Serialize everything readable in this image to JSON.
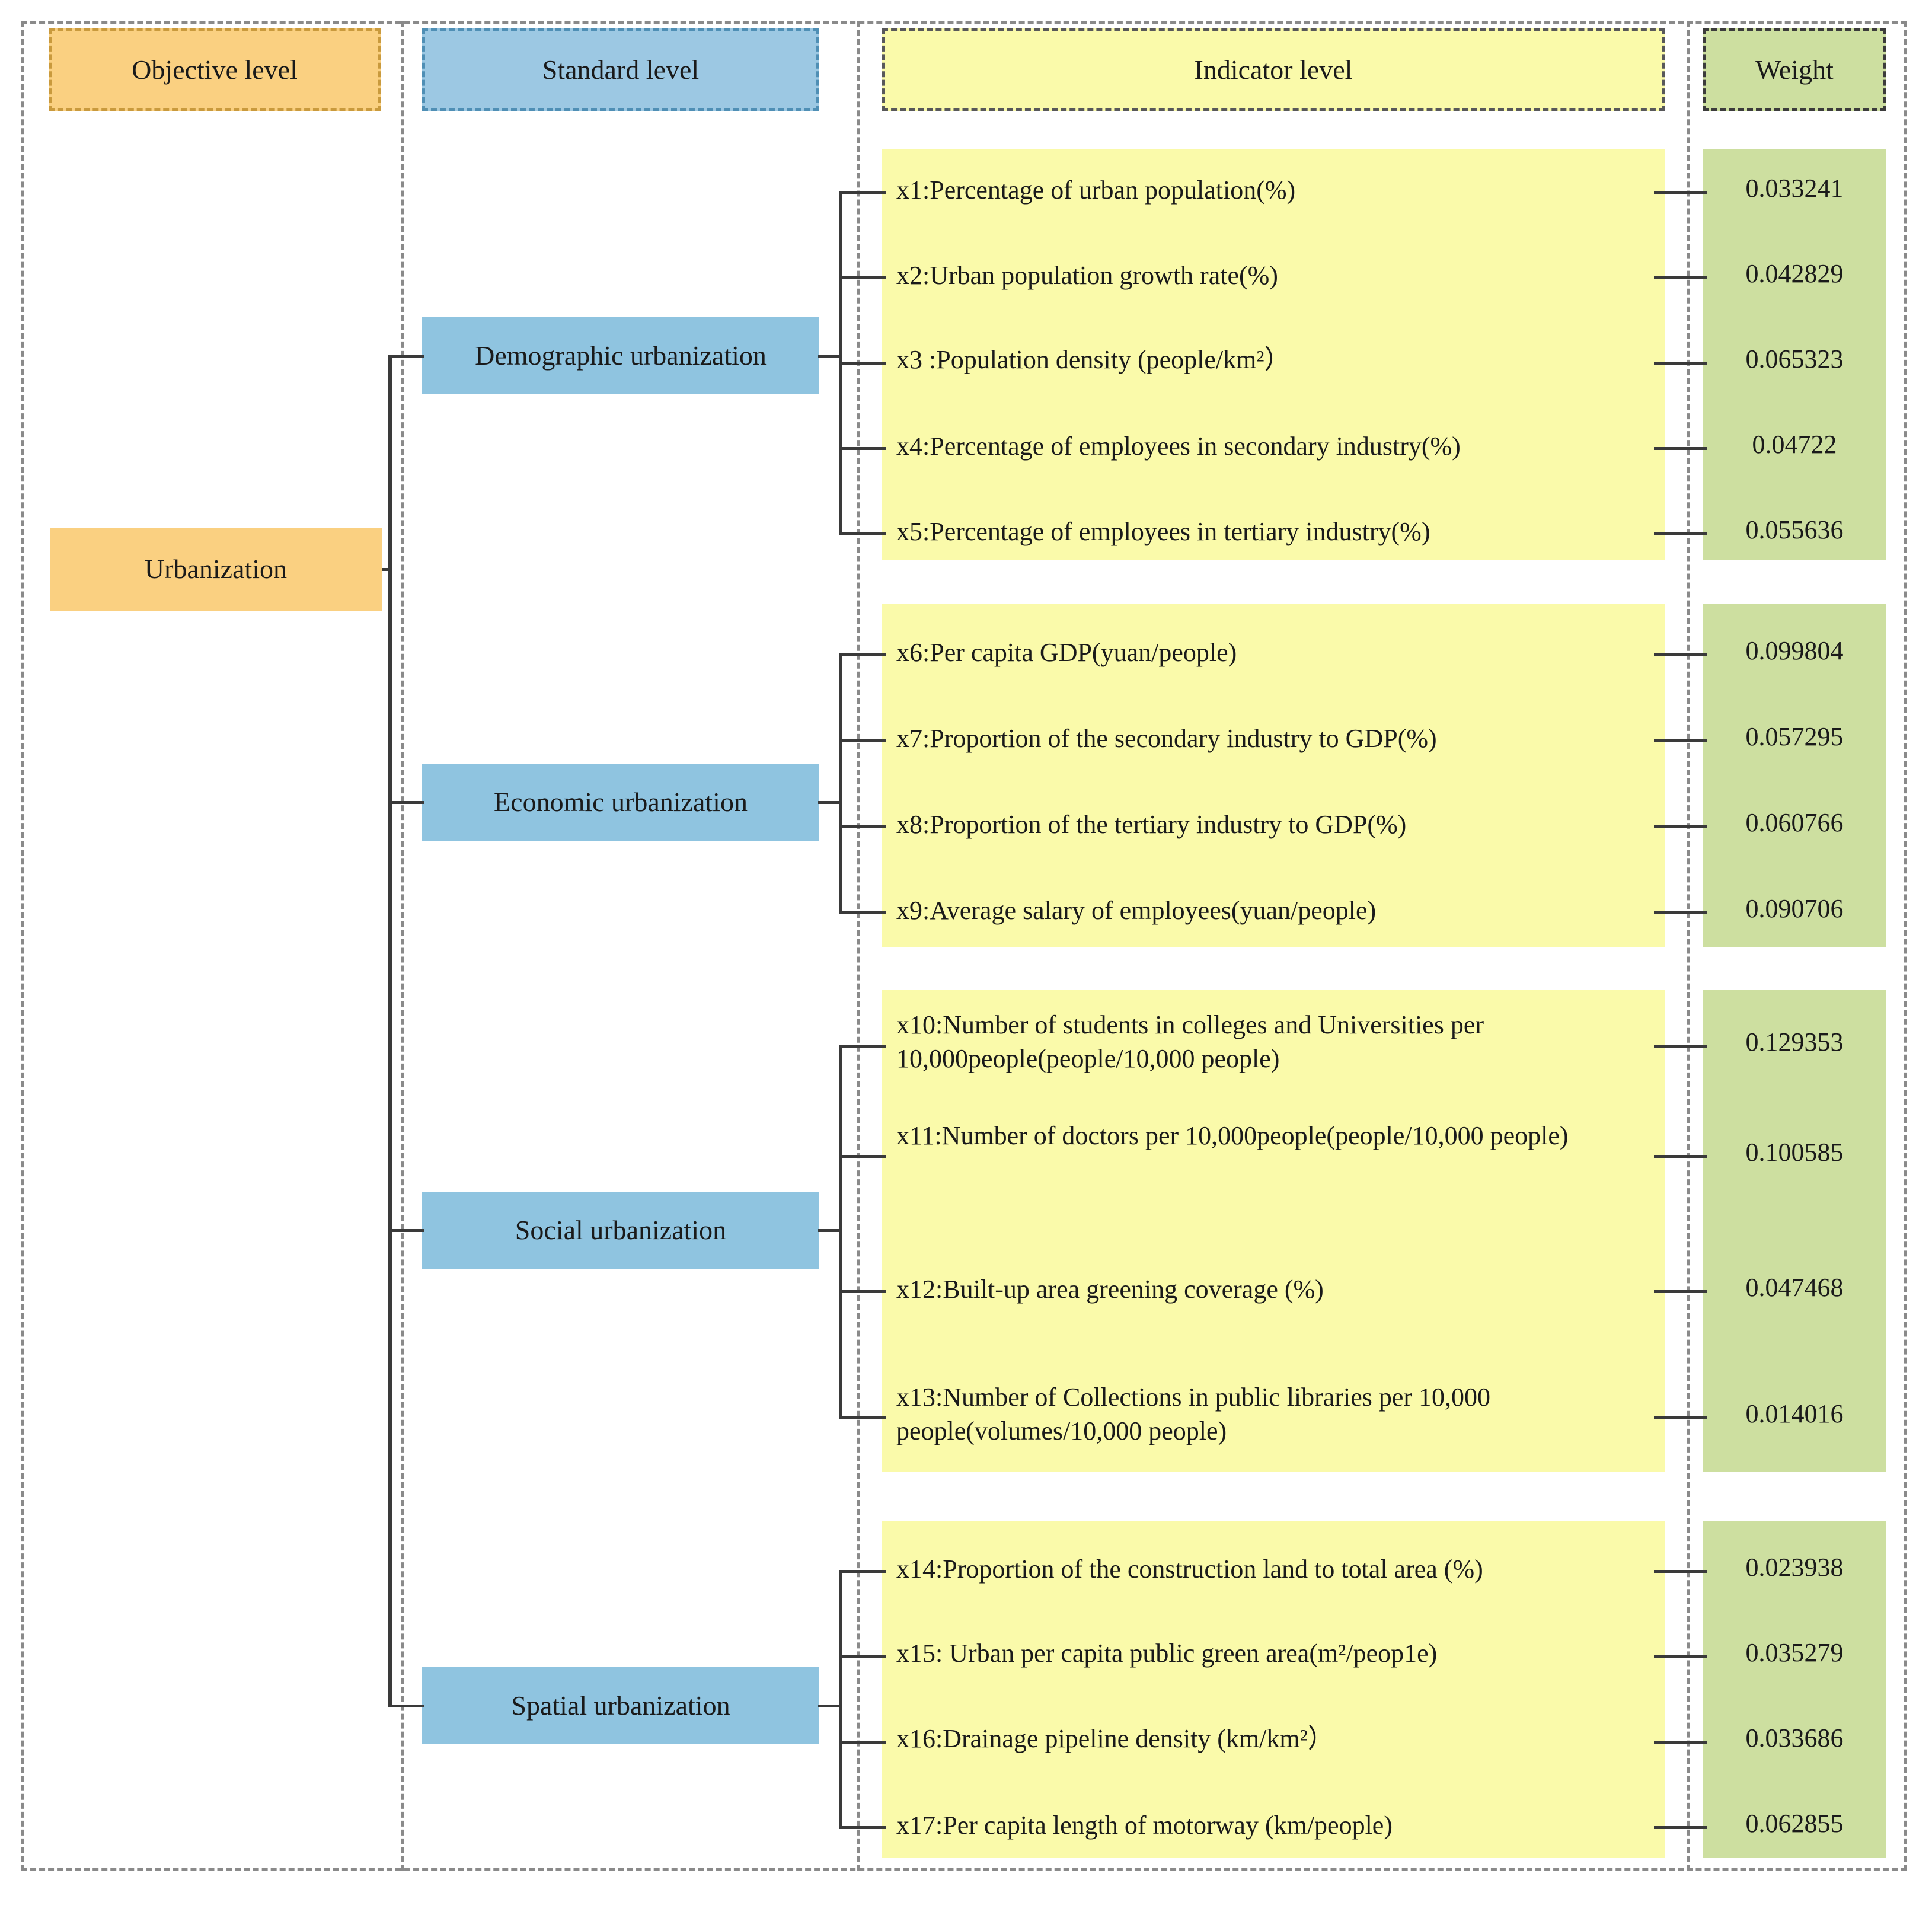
{
  "headers": {
    "objective": "Objective level",
    "standard": "Standard level",
    "indicator": "Indicator level",
    "weight": "Weight"
  },
  "objective": {
    "label": "Urbanization"
  },
  "colors": {
    "objective_fill": "#FAD081",
    "standard_fill": "#8FC4E0",
    "indicator_fill": "#FAFAAA",
    "weight_fill": "#CDDFA0",
    "connector": "#3a3a3a",
    "frame_dash": "#8a8a8a"
  },
  "groups": [
    {
      "name": "Demographic urbanization",
      "indicators": [
        {
          "id": "x1",
          "label": "x1:Percentage of urban population(%)",
          "weight": "0.033241"
        },
        {
          "id": "x2",
          "label": "x2:Urban population growth rate(%)",
          "weight": "0.042829"
        },
        {
          "id": "x3",
          "label": "x3 :Population density (people/km²）",
          "weight": "0.065323"
        },
        {
          "id": "x4",
          "label": "x4:Percentage of employees in secondary industry(%)",
          "weight": "0.04722"
        },
        {
          "id": "x5",
          "label": "x5:Percentage of employees in tertiary industry(%)",
          "weight": "0.055636"
        }
      ]
    },
    {
      "name": "Economic urbanization",
      "indicators": [
        {
          "id": "x6",
          "label": "x6:Per capita GDP(yuan/people)",
          "weight": "0.099804"
        },
        {
          "id": "x7",
          "label": "x7:Proportion of the secondary industry to GDP(%)",
          "weight": "0.057295"
        },
        {
          "id": "x8",
          "label": "x8:Proportion of the tertiary industry to GDP(%)",
          "weight": "0.060766"
        },
        {
          "id": "x9",
          "label": "x9:Average salary of employees(yuan/people)",
          "weight": "0.090706"
        }
      ]
    },
    {
      "name": "Social urbanization",
      "indicators": [
        {
          "id": "x10",
          "label": "x10:Number of students in colleges and Universities per 10,000people(people/10,000 people)",
          "weight": "0.129353"
        },
        {
          "id": "x11",
          "label": "x11:Number of doctors per 10,000people(people/10,000 people)",
          "weight": "0.100585"
        },
        {
          "id": "x12",
          "label": "x12:Built-up area greening coverage (%)",
          "weight": "0.047468"
        },
        {
          "id": "x13",
          "label": "x13:Number of Collections in public libraries per 10,000 people(volumes/10,000 people)",
          "weight": "0.014016"
        }
      ]
    },
    {
      "name": "Spatial urbanization",
      "indicators": [
        {
          "id": "x14",
          "label": "x14:Proportion of the construction land to total area (%)",
          "weight": "0.023938"
        },
        {
          "id": "x15",
          "label": "x15: Urban per capita public green area(m²/peop1e)",
          "weight": "0.035279"
        },
        {
          "id": "x16",
          "label": "x16:Drainage pipeline density (km/km²）",
          "weight": "0.033686"
        },
        {
          "id": "x17",
          "label": "x17:Per capita length of motorway (km/people)",
          "weight": "0.062855"
        }
      ]
    }
  ]
}
